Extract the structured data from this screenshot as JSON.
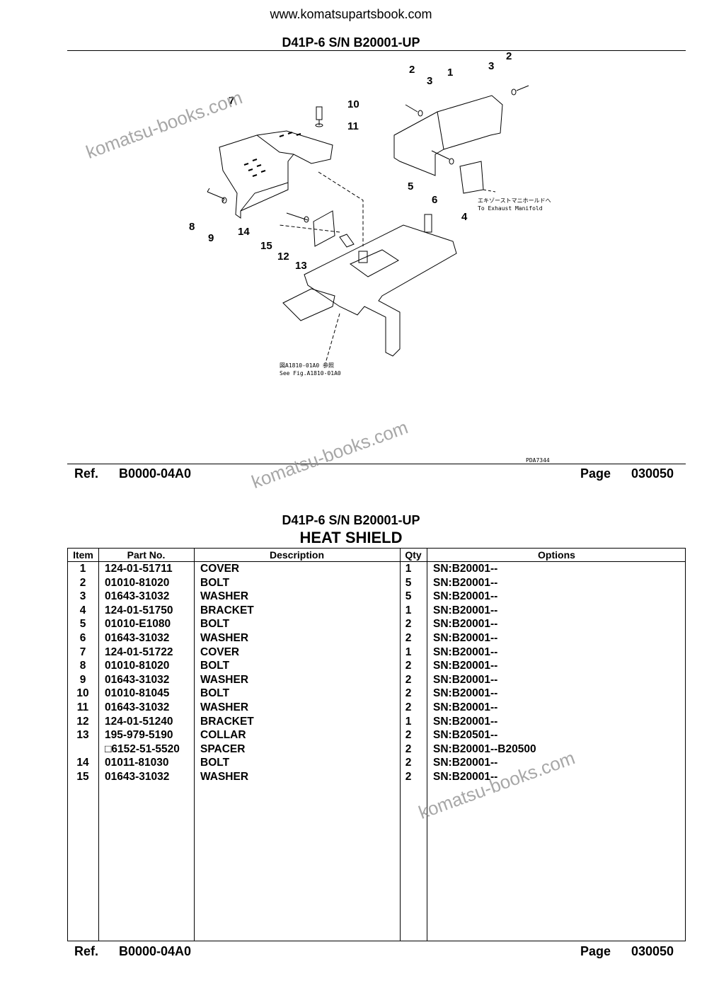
{
  "site_url": "www.komatsupartsbook.com",
  "model_title": "D41P-6 S/N B20001-UP",
  "diagram": {
    "callouts": [
      "1",
      "2",
      "3",
      "4",
      "5",
      "6",
      "7",
      "8",
      "9",
      "10",
      "11",
      "12",
      "13",
      "14",
      "15",
      "2",
      "3"
    ],
    "note_exhaust_jp": "エキゾーストマニホールドへ",
    "note_exhaust_en": "To Exhaust Manifold",
    "note_see_jp": "図A1810-01A0 参照",
    "note_see_en": "See Fig.A1810-01A0",
    "drawing_code": "PDA7344"
  },
  "ref_label": "Ref.",
  "ref_value": "B0000-04A0",
  "page_label": "Page",
  "page_value": "030050",
  "section_title": "HEAT SHIELD",
  "watermark_text": "komatsu-books.com",
  "table": {
    "headers": {
      "item": "Item",
      "part_no": "Part No.",
      "description": "Description",
      "qty": "Qty",
      "options": "Options"
    },
    "rows": [
      {
        "item": "1",
        "part_no": "124-01-51711",
        "description": "COVER",
        "qty": "1",
        "options": "SN:B20001--"
      },
      {
        "item": "2",
        "part_no": "01010-81020",
        "description": "BOLT",
        "qty": "5",
        "options": "SN:B20001--"
      },
      {
        "item": "3",
        "part_no": "01643-31032",
        "description": "WASHER",
        "qty": "5",
        "options": "SN:B20001--"
      },
      {
        "item": "4",
        "part_no": "124-01-51750",
        "description": "BRACKET",
        "qty": "1",
        "options": "SN:B20001--"
      },
      {
        "item": "5",
        "part_no": "01010-E1080",
        "description": "BOLT",
        "qty": "2",
        "options": "SN:B20001--"
      },
      {
        "item": "6",
        "part_no": "01643-31032",
        "description": "WASHER",
        "qty": "2",
        "options": "SN:B20001--"
      },
      {
        "item": "7",
        "part_no": "124-01-51722",
        "description": "COVER",
        "qty": "1",
        "options": "SN:B20001--"
      },
      {
        "item": "8",
        "part_no": "01010-81020",
        "description": "BOLT",
        "qty": "2",
        "options": "SN:B20001--"
      },
      {
        "item": "9",
        "part_no": "01643-31032",
        "description": "WASHER",
        "qty": "2",
        "options": "SN:B20001--"
      },
      {
        "item": "10",
        "part_no": "01010-81045",
        "description": "BOLT",
        "qty": "2",
        "options": "SN:B20001--"
      },
      {
        "item": "11",
        "part_no": "01643-31032",
        "description": "WASHER",
        "qty": "2",
        "options": "SN:B20001--"
      },
      {
        "item": "12",
        "part_no": "124-01-51240",
        "description": "BRACKET",
        "qty": "1",
        "options": "SN:B20001--"
      },
      {
        "item": "13",
        "part_no": "195-979-5190",
        "description": "COLLAR",
        "qty": "2",
        "options": "SN:B20501--"
      },
      {
        "item": "",
        "part_no": "□6152-51-5520",
        "description": "SPACER",
        "qty": "2",
        "options": "SN:B20001--B20500"
      },
      {
        "item": "14",
        "part_no": "01011-81030",
        "description": "BOLT",
        "qty": "2",
        "options": "SN:B20001--"
      },
      {
        "item": "15",
        "part_no": "01643-31032",
        "description": "WASHER",
        "qty": "2",
        "options": "SN:B20001--"
      }
    ]
  }
}
